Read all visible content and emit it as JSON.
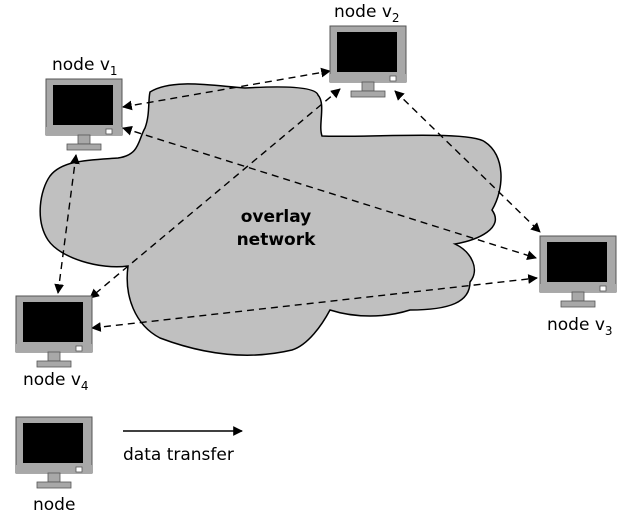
{
  "cloud": {
    "label_line1": "overlay",
    "label_line2": "network"
  },
  "nodes": {
    "v1": {
      "label": "node v",
      "subscript": "1"
    },
    "v2": {
      "label": "node v",
      "subscript": "2"
    },
    "v3": {
      "label": "node v",
      "subscript": "3"
    },
    "v4": {
      "label": "node v",
      "subscript": "4"
    }
  },
  "legend": {
    "node_label": "node",
    "arrow_label": "data transfer"
  },
  "colors": {
    "cloud_fill": "#c0c0c0",
    "monitor_bezel": "#a8a8a8",
    "screen": "#000000",
    "line": "#000000"
  }
}
